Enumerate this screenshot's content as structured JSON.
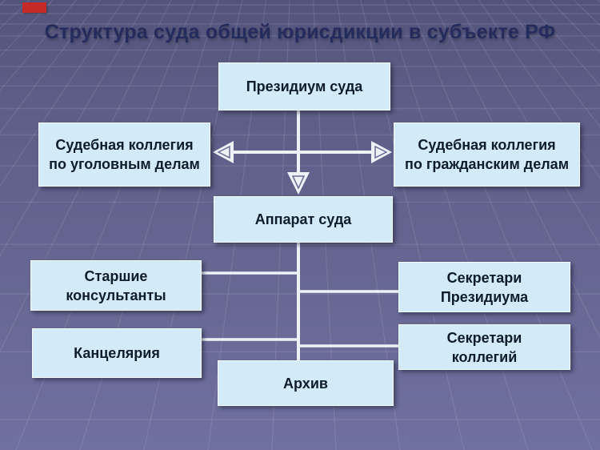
{
  "slide": {
    "title": "Структура суда общей юрисдикции в субъекте РФ",
    "colors": {
      "background": "#63648f",
      "grid_line": "rgba(255,255,255,0.10)",
      "box_fill": "#d3eaf8",
      "box_border": "#fcfeff",
      "box_text": "#0e1c2b",
      "title_text": "#242c5e",
      "connector": "#eef2f7",
      "red_accent": "#c62a28"
    }
  },
  "diagram": {
    "type": "org-chart",
    "nodes": {
      "presidium": {
        "lines": [
          "Президиум суда"
        ]
      },
      "collegium_criminal": {
        "lines": [
          "Судебная коллегия",
          "по уголовным делам"
        ]
      },
      "collegium_civil": {
        "lines": [
          "Судебная коллегия",
          "по гражданским делам"
        ]
      },
      "apparatus": {
        "lines": [
          "Аппарат суда"
        ]
      },
      "senior_consultants": {
        "lines": [
          "Старшие",
          "консультанты"
        ]
      },
      "chancellery": {
        "lines": [
          "Канцелярия"
        ]
      },
      "secretaries_presidium": {
        "lines": [
          "Секретари",
          "Президиума"
        ]
      },
      "secretaries_collegia": {
        "lines": [
          "Секретари",
          "коллегий"
        ]
      },
      "archive": {
        "lines": [
          "Архив"
        ]
      }
    },
    "edges": [
      {
        "from": "presidium",
        "to": "collegium_criminal",
        "style": "arrow"
      },
      {
        "from": "presidium",
        "to": "collegium_civil",
        "style": "arrow"
      },
      {
        "from": "presidium",
        "to": "apparatus",
        "style": "arrow"
      },
      {
        "from": "apparatus",
        "to": "senior_consultants",
        "style": "line"
      },
      {
        "from": "apparatus",
        "to": "secretaries_presidium",
        "style": "line"
      },
      {
        "from": "apparatus",
        "to": "chancellery",
        "style": "line"
      },
      {
        "from": "apparatus",
        "to": "secretaries_collegia",
        "style": "line"
      },
      {
        "from": "apparatus",
        "to": "archive",
        "style": "line"
      }
    ]
  }
}
